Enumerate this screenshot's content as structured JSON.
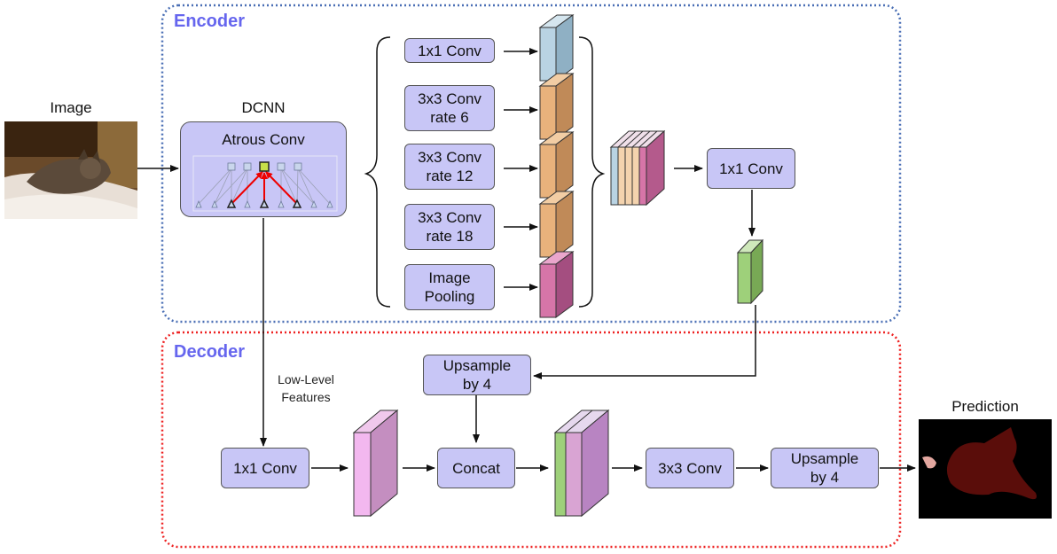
{
  "encoder": {
    "title": "Encoder"
  },
  "decoder": {
    "title": "Decoder"
  },
  "input": {
    "label": "Image"
  },
  "dcnn": {
    "label": "DCNN",
    "module": "Atrous Conv"
  },
  "aspp": {
    "branches": [
      {
        "line1": "1x1 Conv",
        "line2": ""
      },
      {
        "line1": "3x3 Conv",
        "line2": "rate 6"
      },
      {
        "line1": "3x3 Conv",
        "line2": "rate 12"
      },
      {
        "line1": "3x3 Conv",
        "line2": "rate 18"
      },
      {
        "line1": "Image",
        "line2": "Pooling"
      }
    ],
    "fuse_conv": "1x1 Conv"
  },
  "decoder_nodes": {
    "upsample_top": {
      "line1": "Upsample",
      "line2": "by 4"
    },
    "low_level_label": {
      "line1": "Low-Level",
      "line2": "Features"
    },
    "conv_low": "1x1 Conv",
    "concat": "Concat",
    "conv_3x3": "3x3 Conv",
    "upsample_out": {
      "line1": "Upsample",
      "line2": "by 4"
    }
  },
  "output": {
    "label": "Prediction"
  },
  "colors": {
    "box_fill": "#c8c6f6",
    "encoder_border": "#4a6fb5",
    "decoder_border": "#ee2222",
    "title_color": "#6666ee",
    "feature_blue": "#b9d3e3",
    "feature_orange": "#e8b27c",
    "feature_pink": "#d675a8",
    "feature_green": "#9ed07a",
    "feature_lilac": "#d9a4d3",
    "atrous_red": "#ee0000"
  }
}
